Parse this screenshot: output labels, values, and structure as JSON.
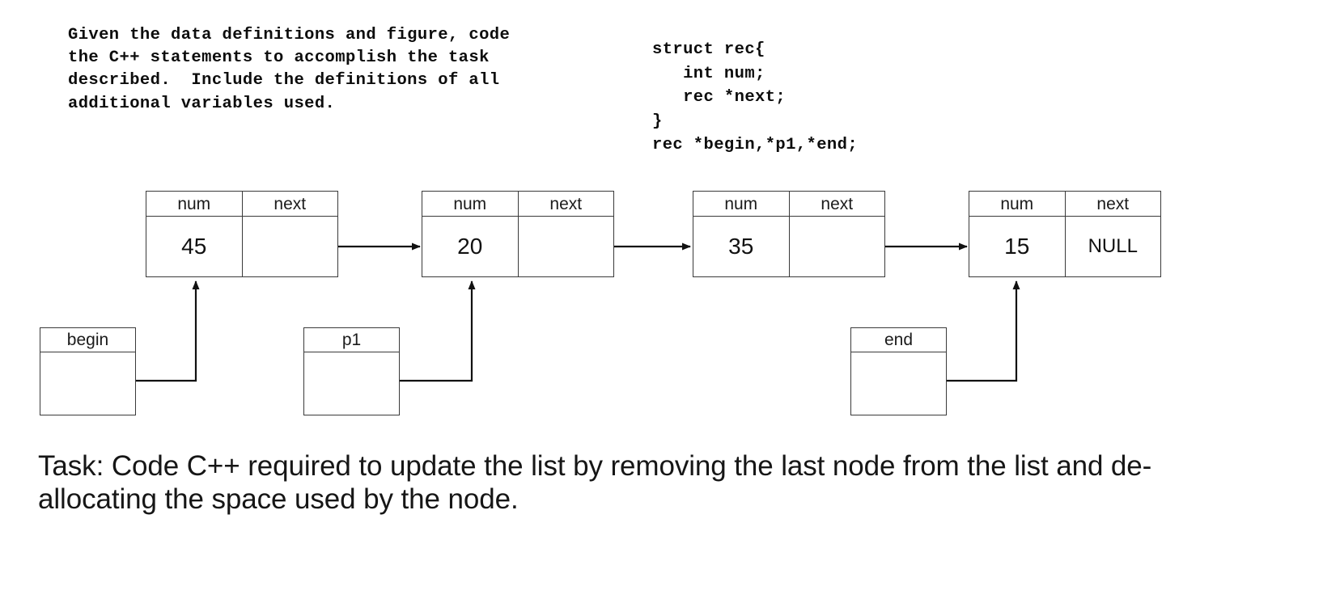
{
  "instructions": {
    "text": "Given the data definitions and figure, code\nthe C++ statements to accomplish the task\ndescribed.  Include the definitions of all\nadditional variables used."
  },
  "struct_definition": {
    "text": "struct rec{\n   int num;\n   rec *next;\n}\nrec *begin,*p1,*end;"
  },
  "diagram": {
    "column_headers": {
      "num": "num",
      "next": "next"
    },
    "nodes": [
      {
        "num": "45",
        "next": ""
      },
      {
        "num": "20",
        "next": ""
      },
      {
        "num": "35",
        "next": ""
      },
      {
        "num": "15",
        "next": "NULL"
      }
    ],
    "pointers": [
      {
        "label": "begin",
        "target_node": 0
      },
      {
        "label": "p1",
        "target_node": 1
      },
      {
        "label": "end",
        "target_node": 3
      }
    ]
  },
  "task": {
    "text": "Task: Code C++ required to update the list by removing the last node from the list and de-allocating the space used by the node."
  },
  "colors": {
    "background": "#ffffff",
    "stroke": "#3a3a3a",
    "text": "#111111"
  }
}
